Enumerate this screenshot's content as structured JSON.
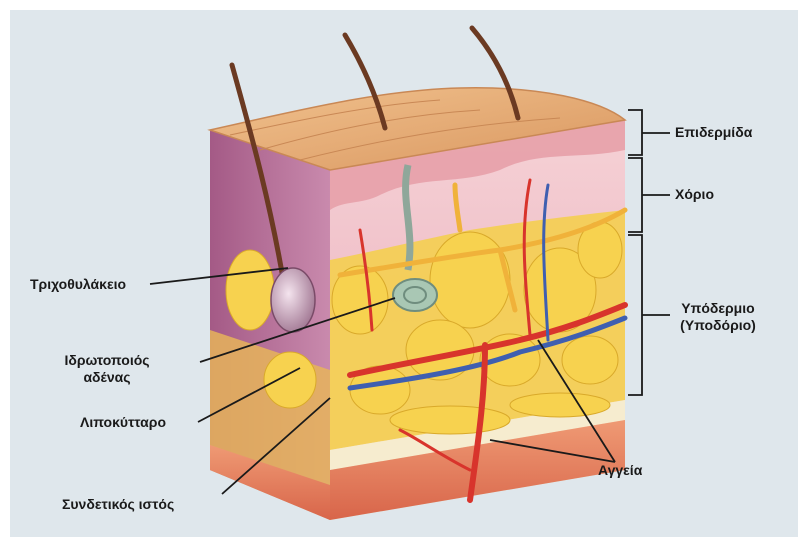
{
  "labels": {
    "epidermis": "Επιδερμίδα",
    "dermis": "Χόριο",
    "hypodermis_line1": "Υπόδερμιο",
    "hypodermis_line2": "(Υποδόριο)",
    "hair_follicle": "Τριχοθυλάκειο",
    "sweat_gland_line1": "Ιδρωτοποιός",
    "sweat_gland_line2": "αδένας",
    "adipocyte": "Λιποκύτταρο",
    "connective_tissue": "Συνδετικός ιστός",
    "vessels": "Αγγεία"
  },
  "colors": {
    "background": "#dfe7ec",
    "epidermis": "#e8b07e",
    "dermis": "#f2c6cf",
    "fat": "#f3cf55",
    "artery": "#d8342c",
    "vein": "#3f5fb0",
    "nerve": "#f0b23a",
    "hair": "#6b3a22",
    "muscle": "#e48563"
  }
}
